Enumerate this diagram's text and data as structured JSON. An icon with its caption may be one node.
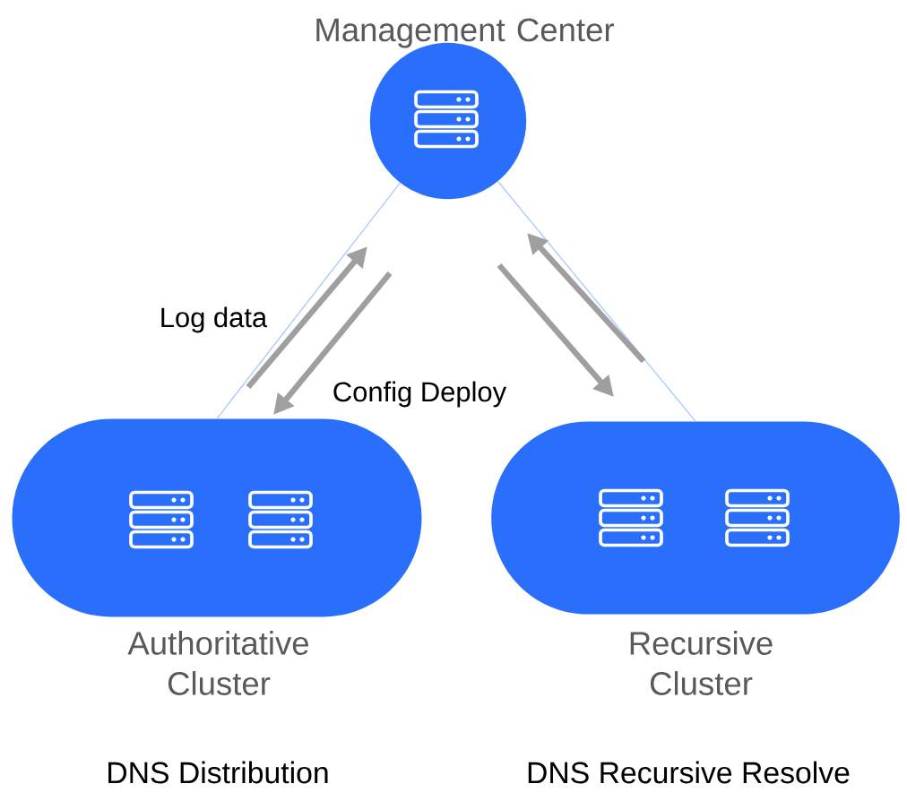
{
  "diagram": {
    "nodes": [
      {
        "text": [
          "Management Center"
        ]
      },
      {
        "text": [
          "Authoritative Cluster"
        ]
      },
      {
        "text": [
          "Recursive Cluster"
        ]
      }
    ],
    "edges": [
      {
        "from": 0,
        "to": 1,
        "arrow": "none"
      },
      {
        "from": 0,
        "to": 2,
        "arrow": "none"
      }
    ],
    "labels": [
      "Log data",
      "Config Deploy",
      "DNS Distribution",
      "DNS Recursive Resolve"
    ]
  }
}
